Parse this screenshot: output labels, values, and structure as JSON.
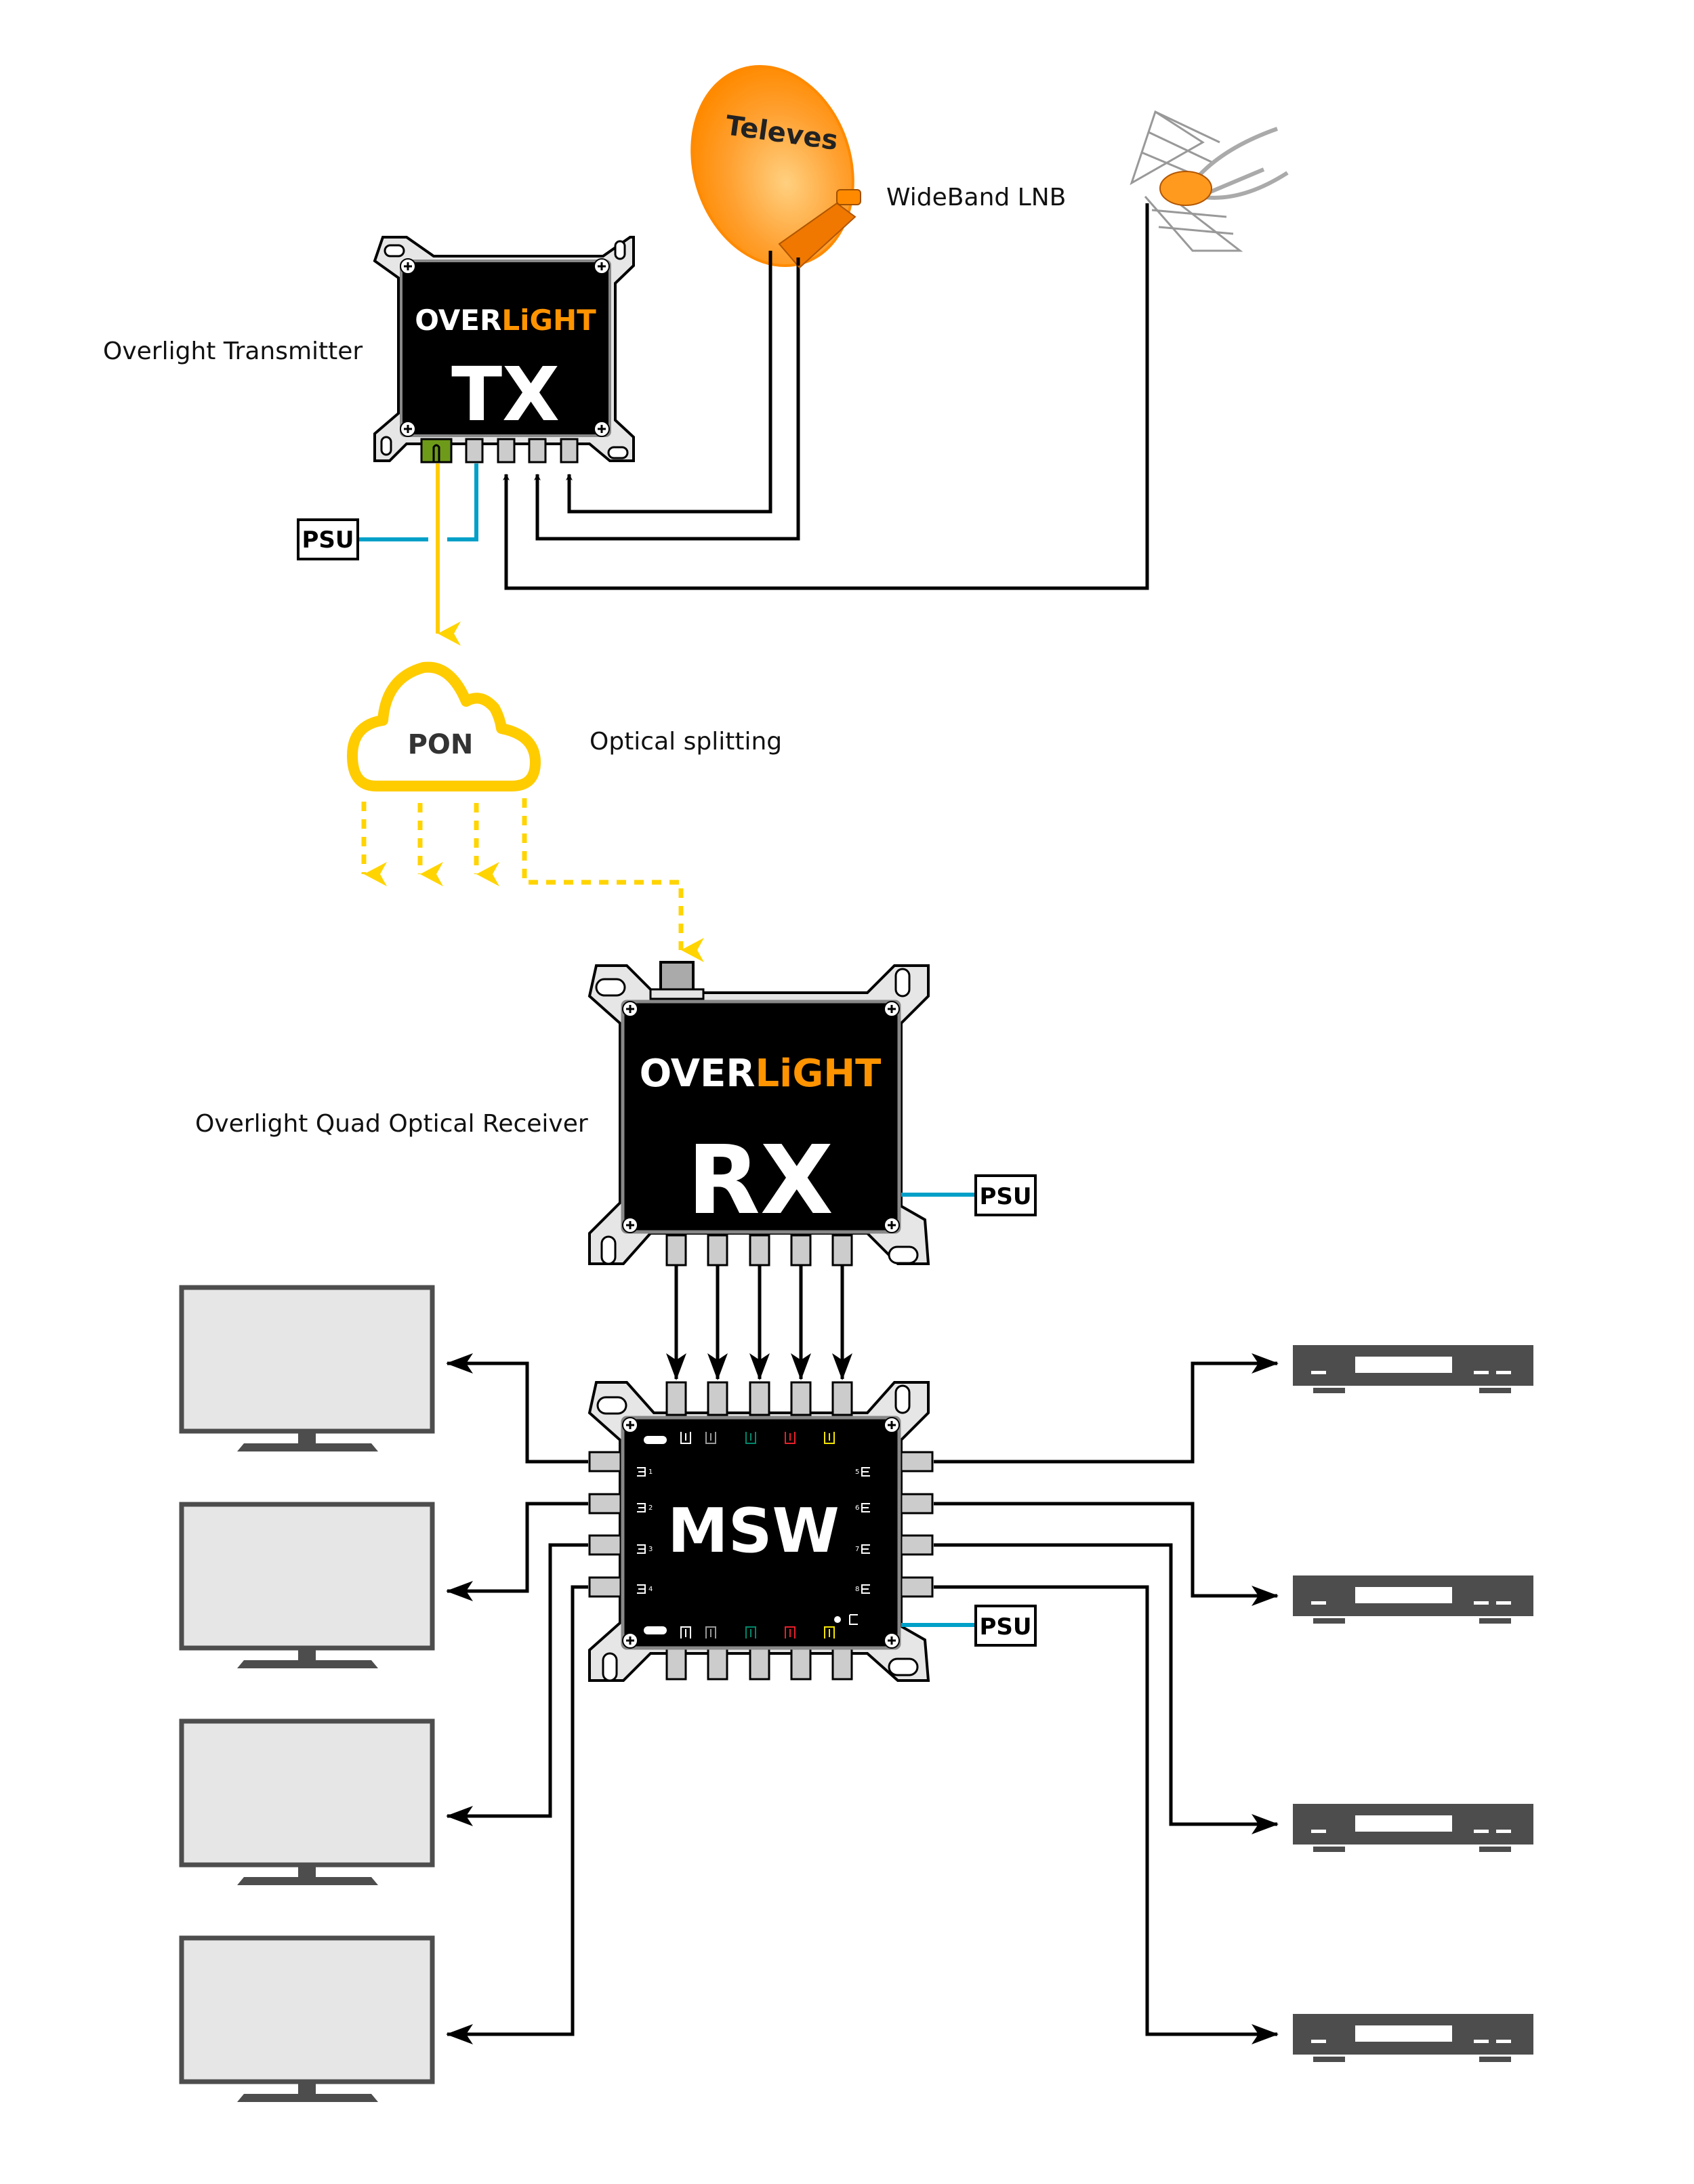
{
  "colors": {
    "optical": "#ffcc00",
    "power": "#00a0c8",
    "coax": "#000000",
    "device_body": "#000000",
    "bracket": "#e6e6e6",
    "port": "#cccccc",
    "fiber_port": "#6e9a1a",
    "brand_orange": "#ff9400",
    "dish_orange": "#ff9a1f",
    "tv_screen": "#e6e6e6",
    "tv_frame": "#4d4d4d",
    "stb_body": "#4d4d4d",
    "msw_led_white": "#ffffff",
    "msw_led_gray": "#999999",
    "msw_led_green": "#00876a",
    "msw_led_red": "#e8202a",
    "msw_led_yellow": "#f5e600"
  },
  "labels": {
    "transmitter": "Overlight Transmitter",
    "lnb": "WideBand LNB",
    "optical_splitting": "Optical splitting",
    "receiver": "Overlight Quad Optical Receiver"
  },
  "dish": {
    "brand": "Televes"
  },
  "transmitter": {
    "brand_a": "OVER",
    "brand_b": "LiGHT",
    "model": "TX"
  },
  "receiver": {
    "brand_a": "OVER",
    "brand_b": "LiGHT",
    "model": "RX"
  },
  "multiswitch": {
    "model": "MSW",
    "left_outputs": [
      "1",
      "2",
      "3",
      "4"
    ],
    "right_outputs": [
      "5",
      "6",
      "7",
      "8"
    ]
  },
  "cloud": {
    "label": "PON"
  },
  "psu": {
    "tx": "PSU",
    "rx": "PSU",
    "msw": "PSU"
  },
  "endpoints": {
    "tvs": [
      "TV 1",
      "TV 2",
      "TV 3",
      "TV 4"
    ],
    "set_top_boxes": [
      "STB 1",
      "STB 2",
      "STB 3",
      "STB 4"
    ]
  }
}
